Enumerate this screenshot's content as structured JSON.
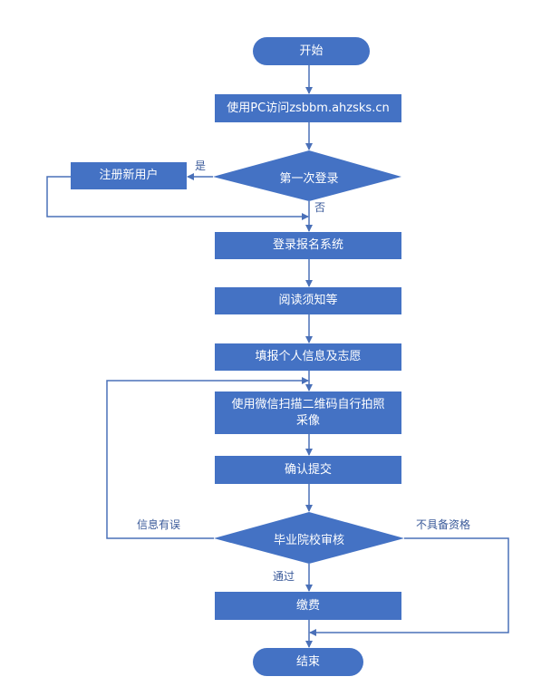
{
  "diagram": {
    "colors": {
      "node_fill": "#4472C4",
      "node_text": "#ffffff",
      "connector": "#4A70B8",
      "edge_label": "#3a5a9a"
    },
    "nodes": {
      "start": "开始",
      "visit": "使用PC访问zsbbm.ahzsks.cn",
      "first_login": "第一次登录",
      "register": "注册新用户",
      "login": "登录报名系统",
      "read": "阅读须知等",
      "fill": "填报个人信息及志愿",
      "photo": "使用微信扫描二维码自行拍照采像",
      "confirm": "确认提交",
      "review": "毕业院校审核",
      "pay": "缴费",
      "end": "结束"
    },
    "edge_labels": {
      "yes": "是",
      "no": "否",
      "info_error": "信息有误",
      "not_qualified": "不具备资格",
      "pass": "通过"
    }
  }
}
